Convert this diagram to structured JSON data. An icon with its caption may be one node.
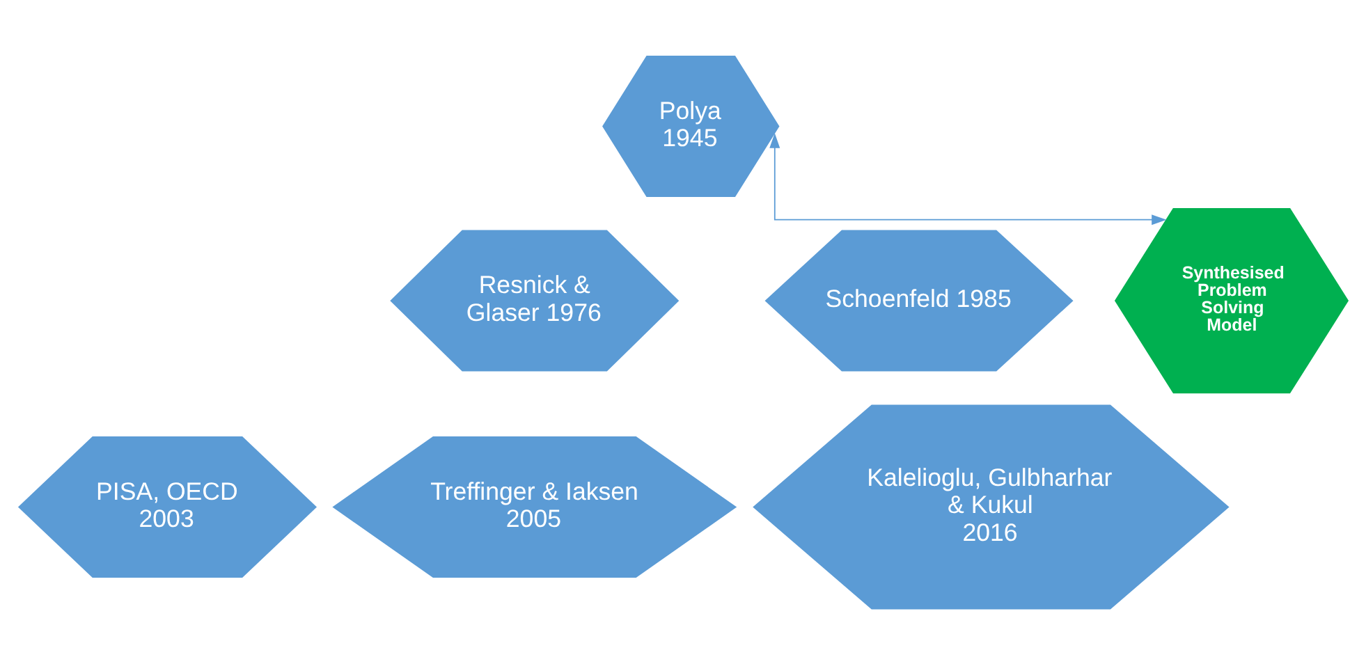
{
  "diagram": {
    "nodes": [
      {
        "text": [
          "Polya",
          "1945"
        ]
      },
      {
        "text": [
          "Resnick & Glaser 1976"
        ]
      },
      {
        "text": [
          "Schoenfeld 1985"
        ]
      },
      {
        "text": [
          "PISA, OECD 2003"
        ]
      },
      {
        "text": [
          "Treffinger & Iaksen",
          "2005"
        ]
      },
      {
        "text": [
          "Kalelioglu, Gulbharhar & Kukul 2016"
        ]
      },
      {
        "text": [
          "Synthesised Problem Solving Model"
        ]
      }
    ],
    "edges": [
      {
        "from": 0,
        "to": 6,
        "arrow": "both"
      }
    ]
  }
}
